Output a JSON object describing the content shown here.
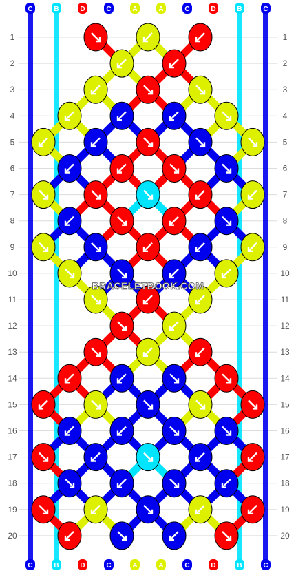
{
  "watermark": "BRACELETBOOK.COM",
  "colors": {
    "C": "#0000ee",
    "B": "#00e5ff",
    "D": "#ff0000",
    "A": "#ddf000",
    "grid": "#dcdcdc",
    "label_text": "#555555",
    "arrow": "#ffffff"
  },
  "top_labels": [
    "C",
    "B",
    "D",
    "C",
    "A",
    "A",
    "C",
    "D",
    "B",
    "C"
  ],
  "bottom_labels": [
    "C",
    "B",
    "D",
    "C",
    "A",
    "A",
    "C",
    "D",
    "B",
    "C"
  ],
  "row_numbers": [
    "1",
    "2",
    "3",
    "4",
    "5",
    "6",
    "7",
    "8",
    "9",
    "10",
    "11",
    "12",
    "13",
    "14",
    "15",
    "16",
    "17",
    "18",
    "19",
    "20"
  ],
  "knot_rows": [
    [
      "D:se",
      "A:sw",
      "D:sw"
    ],
    [
      "A:sw",
      "D:sw"
    ],
    [
      "A:sw",
      "D:se",
      "A:se"
    ],
    [
      "A:sw",
      "C:sw",
      "C:sw",
      "A:se"
    ],
    [
      "A:sw",
      "C:sw",
      "D:se",
      "C:se",
      "A:se"
    ],
    [
      "C:sw",
      "D:sw",
      "D:se",
      "C:se"
    ],
    [
      "A:se",
      "D:se",
      "B:se",
      "D:sw",
      "A:sw"
    ],
    [
      "C:sw",
      "D:se",
      "D:sw",
      "C:se"
    ],
    [
      "A:se",
      "C:se",
      "D:sw",
      "C:sw",
      "A:sw"
    ],
    [
      "A:se",
      "C:se",
      "C:sw",
      "A:sw"
    ],
    [
      "A:se",
      "D:sw",
      "A:sw"
    ],
    [
      "D:se",
      "A:sw"
    ],
    [
      "D:se",
      "A:sw",
      "D:sw"
    ],
    [
      "D:sw",
      "C:sw",
      "C:se",
      "D:se"
    ],
    [
      "D:sw",
      "A:se",
      "C:se",
      "A:se",
      "D:se"
    ],
    [
      "C:sw",
      "C:sw",
      "C:se",
      "C:se"
    ],
    [
      "D:se",
      "C:sw",
      "B:se",
      "C:sw",
      "D:sw"
    ],
    [
      "C:se",
      "C:sw",
      "C:se",
      "C:sw"
    ],
    [
      "D:se",
      "A:sw",
      "C:se",
      "A:sw",
      "D:sw"
    ],
    [
      "D:sw",
      "C:se",
      "C:sw",
      "D:se"
    ]
  ]
}
